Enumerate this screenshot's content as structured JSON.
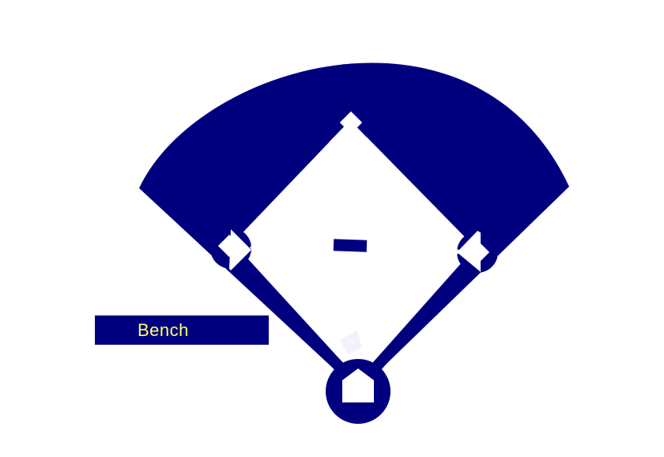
{
  "colors": {
    "field": "#00007f",
    "infield": "#ffffff",
    "bench_label": "#ffff66"
  },
  "bench": {
    "label": "Bench"
  },
  "icons": {
    "first_base": "base-square",
    "second_base": "base-square",
    "third_base": "base-square",
    "home_plate": "home-plate",
    "pitchers_rubber": "rubber-bar"
  }
}
